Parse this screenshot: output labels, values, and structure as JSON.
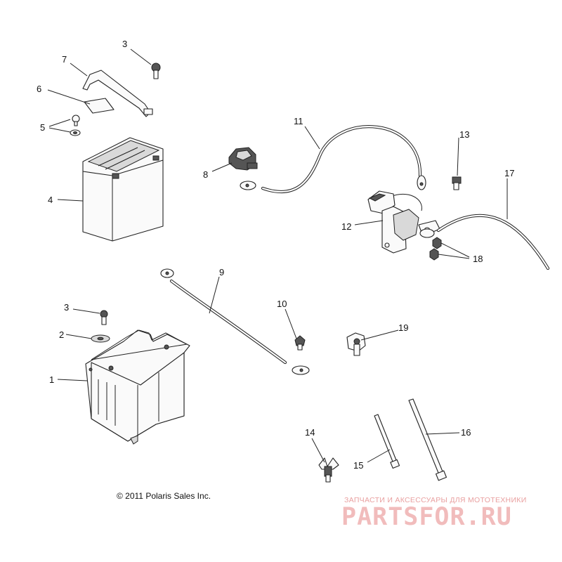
{
  "callouts": {
    "c1": "1",
    "c2": "2",
    "c3a": "3",
    "c3b": "3",
    "c4": "4",
    "c5": "5",
    "c6": "6",
    "c7": "7",
    "c8": "8",
    "c9": "9",
    "c10": "10",
    "c11": "11",
    "c12": "12",
    "c13": "13",
    "c14": "14",
    "c15": "15",
    "c16": "16",
    "c17": "17",
    "c18": "18",
    "c19": "19"
  },
  "footer": {
    "copyright": "© 2011 Polaris Sales Inc."
  },
  "watermark": {
    "tagline": "ЗАПЧАСТИ И АКСЕССУАРЫ ДЛЯ МОТОТЕХНИКИ",
    "logo": "PARTSFOR.RU"
  }
}
